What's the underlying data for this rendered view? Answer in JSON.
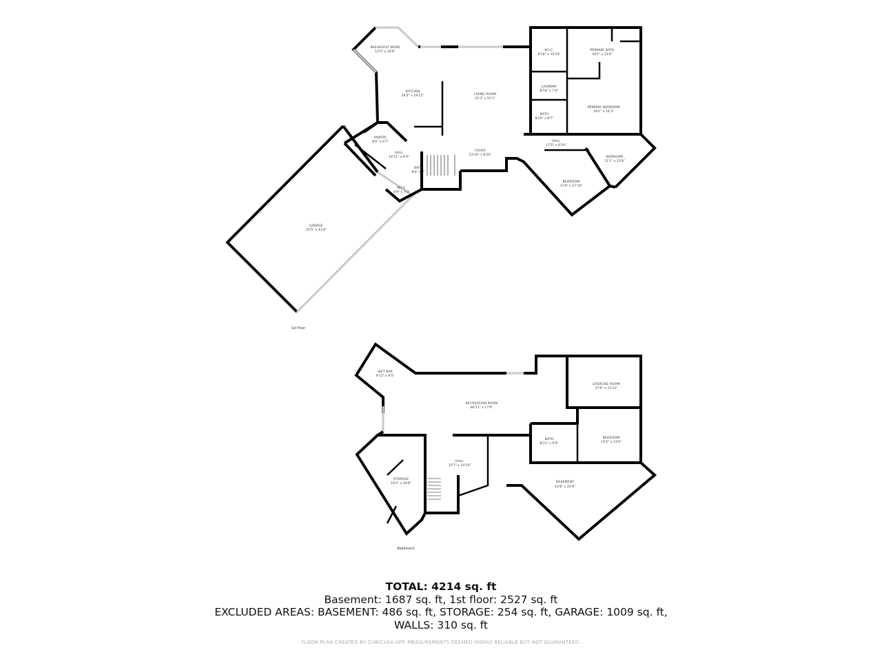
{
  "floors": [
    {
      "name": "1st floor",
      "rooms": [
        {
          "name": "BREAKFAST NOOK",
          "dims": "11'5\" x 10'6\""
        },
        {
          "name": "KITCHEN",
          "dims": "16'5\" x 19'11\""
        },
        {
          "name": "LIVING ROOM",
          "dims": "22'3\" x 22'1\""
        },
        {
          "name": "W.I.C.",
          "dims": "8'10\" x 10'10\""
        },
        {
          "name": "PRIMARY BATH",
          "dims": "18'1\" x 12'6\""
        },
        {
          "name": "LAUNDRY",
          "dims": "8'10\" x 7'0\""
        },
        {
          "name": "BATH",
          "dims": "8'10\" x 8'7\""
        },
        {
          "name": "PRIMARY BEDROOM",
          "dims": "18'1\" x 14'3\""
        },
        {
          "name": "HALL",
          "dims": "17'5\" x 6'10\""
        },
        {
          "name": "BEDROOM",
          "dims": "11'1\" x 12'8\""
        },
        {
          "name": "BEDROOM",
          "dims": "11'6\" x 17'10\""
        },
        {
          "name": "FOYER",
          "dims": "23'10\" x 8'10\""
        },
        {
          "name": "PANTRY",
          "dims": "8'0\" x 6'7\""
        },
        {
          "name": "HALL",
          "dims": "14'11\" x 6'9\""
        },
        {
          "name": "BATH",
          "dims": "8'0\" x 7'"
        },
        {
          "name": "W.I.C.",
          "dims": "4'9\" x 7'3\""
        },
        {
          "name": "GARAGE",
          "dims": "25'5\" x 41'8\""
        }
      ]
    },
    {
      "name": "Basement",
      "rooms": [
        {
          "name": "WET BAR",
          "dims": "9'11\" x 9'5\""
        },
        {
          "name": "RECREATION ROOM",
          "dims": "46'11\" x 17'6\""
        },
        {
          "name": "EXERCISE ROOM",
          "dims": "17'9\" x 12'11\""
        },
        {
          "name": "BATH",
          "dims": "8'11\" x 9'9\""
        },
        {
          "name": "BEDROOM",
          "dims": "15'5\" x 13'6\""
        },
        {
          "name": "HALL",
          "dims": "15'7\" x 14'10\""
        },
        {
          "name": "STORAGE",
          "dims": "16'2\" x 24'8\""
        },
        {
          "name": "BASEMENT",
          "dims": "41'8\" x 25'9\""
        }
      ]
    }
  ],
  "summary": {
    "total_label": "TOTAL: 4214 sq. ft",
    "line2": "Basement: 1687 sq. ft, 1st floor: 2527 sq. ft",
    "line3": "EXCLUDED AREAS: BASEMENT: 486 sq. ft, STORAGE: 254 sq. ft, GARAGE: 1009 sq. ft,",
    "line4": "WALLS: 310 sq. ft"
  },
  "credit": "FLOOR PLAN CREATED BY CUBICASA APP. MEASUREMENTS DEEMED HIGHLY RELIABLE BUT NOT GUARANTEED."
}
